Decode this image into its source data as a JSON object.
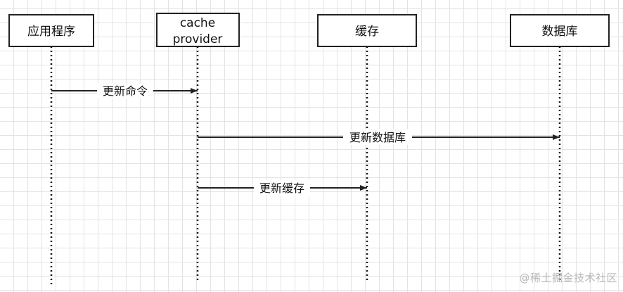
{
  "actors": [
    {
      "id": "app",
      "label": "应用程序"
    },
    {
      "id": "provider",
      "label_lines": [
        "cache",
        "provider"
      ]
    },
    {
      "id": "cache",
      "label": "缓存"
    },
    {
      "id": "db",
      "label": "数据库"
    }
  ],
  "messages": [
    {
      "label": "更新命令",
      "from": "应用程序",
      "to": "cache provider"
    },
    {
      "label": "更新数据库",
      "from": "cache provider",
      "to": "数据库"
    },
    {
      "label": "更新缓存",
      "from": "cache provider",
      "to": "缓存"
    }
  ],
  "watermark": "@稀土掘金技术社区"
}
